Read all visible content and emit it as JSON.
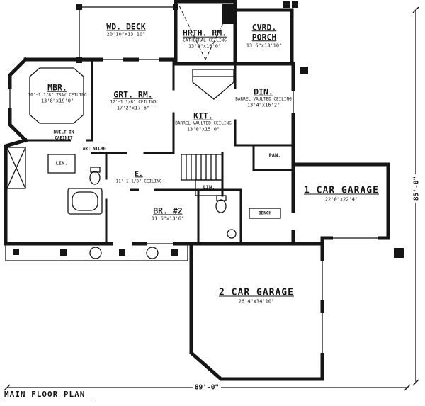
{
  "plan": {
    "title": "MAIN FLOOR PLAN",
    "bottom_dimension": "89'-0\"",
    "right_dimension": "85'-0\""
  },
  "rooms": {
    "wd_deck": {
      "name": "WD. DECK",
      "size": "20'10\"x13'10\""
    },
    "hrth_rm": {
      "name": "HRTH. RM.",
      "note": "CATHEDRAL CEILING",
      "size": "13'8\"x16'0\""
    },
    "cvrd_porch": {
      "name": "CVRD. PORCH",
      "size": "13'6\"x13'10\""
    },
    "mbr": {
      "name": "MBR.",
      "note": "10'-1 1/8\" TRAY CEILING",
      "size": "13'8\"x19'0\""
    },
    "grt_rm": {
      "name": "GRT. RM.",
      "note": "17'-1 1/8\" CEILING",
      "size": "17'2\"x17'6\""
    },
    "din": {
      "name": "DIN.",
      "note": "BARREL VAULTED CEILING",
      "size": "13'4\"x16'2\""
    },
    "kit": {
      "name": "KIT.",
      "note": "BARREL VAULTED CEILING",
      "size": "13'0\"x15'0\""
    },
    "entry": {
      "name": "E.",
      "note": "11'-1 1/8\" CEILING"
    },
    "br2": {
      "name": "BR. #2",
      "size": "11'6\"x13'6\""
    },
    "garage1": {
      "name": "1 CAR GARAGE",
      "size": "22'0\"x22'4\""
    },
    "garage2": {
      "name": "2 CAR GARAGE",
      "size": "26'4\"x34'10\""
    },
    "pantry": {
      "name": "PAN."
    },
    "linen_hall": {
      "name": "LIN."
    },
    "linen_stairs": {
      "name": "LIN."
    },
    "built_in_cabinet": {
      "name": "BUILT-IN CABINET"
    },
    "art_niche": {
      "name": "ART NICHE"
    },
    "bench": {
      "name": "BENCH"
    }
  }
}
